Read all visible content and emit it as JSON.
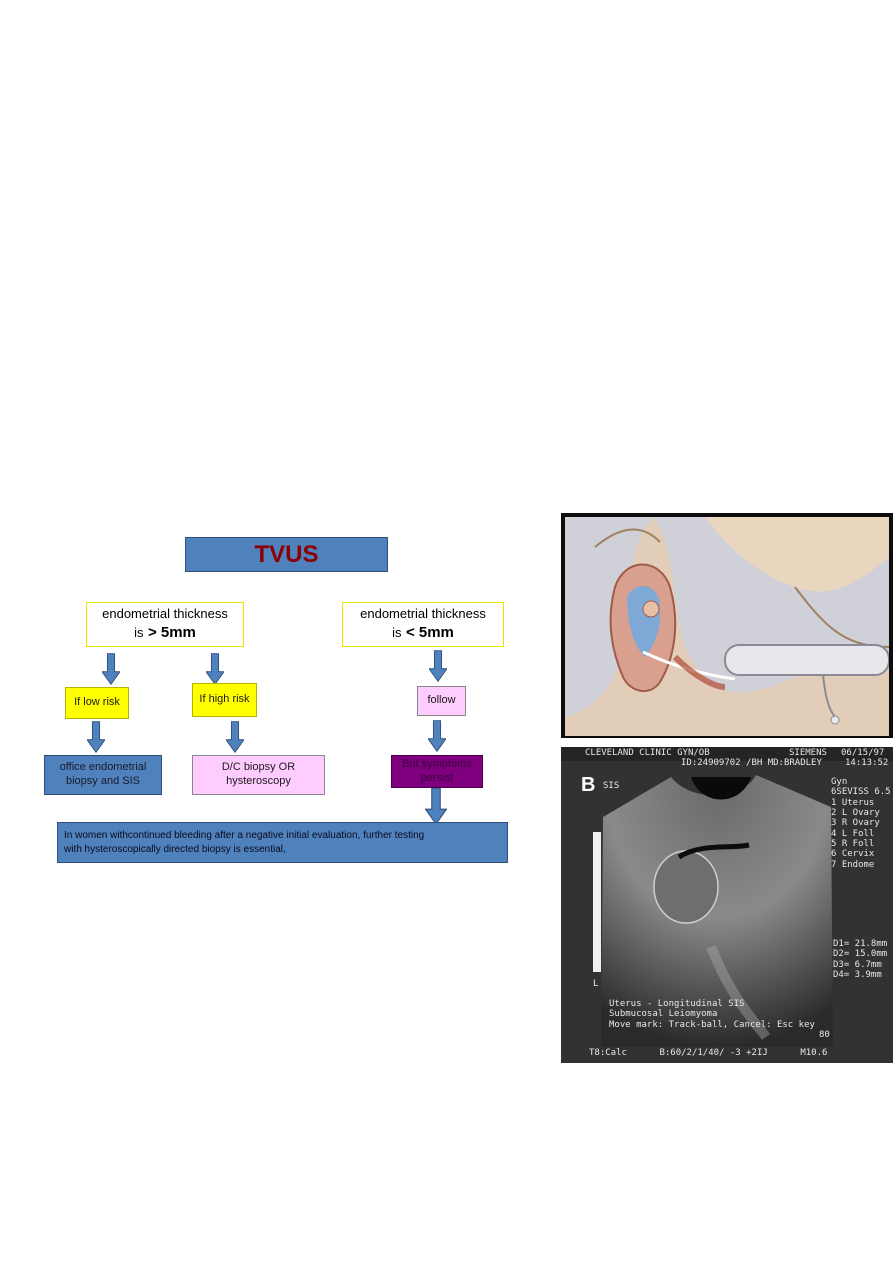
{
  "flowchart": {
    "root": "TVUS",
    "left_branch": {
      "line1": "endometrial thickness",
      "line2_prefix": "is",
      "line2_value": "> 5mm"
    },
    "right_branch": {
      "line1": "endometrial thickness",
      "line2_prefix": "is",
      "line2_value": "< 5mm"
    },
    "low_risk": "If low risk",
    "high_risk": "If high risk",
    "follow": "follow",
    "low_risk_action": {
      "line1": "office endometrial",
      "line2": "biopsy and SIS"
    },
    "high_risk_action": {
      "line1": "D/C biopsy OR",
      "line2": "hysteroscopy"
    },
    "persist": {
      "line1": "But symptoms",
      "line2": "persist"
    },
    "conclusion": {
      "line1": "In women withcontinued bleeding after a negative initial evaluation, further testing",
      "line2": "with hysteroscopically directed biopsy is essential,"
    }
  },
  "ultrasound": {
    "header_left": "CLEVELAND CLINIC GYN/OB",
    "header_id": "ID:24909702 /BH MD:BRADLEY",
    "header_brand": "SIEMENS",
    "header_date": "06/15/97",
    "header_time": "14:13:52",
    "panel_letter": "B",
    "mode": "SIS",
    "side_menu": [
      "Gyn",
      "6SEVISS 6.5",
      "1 Uterus",
      "2 L Ovary",
      "3 R Ovary",
      "4 L Foll",
      "5 R Foll",
      "6 Cervix",
      "7 Endome"
    ],
    "measurements": [
      "D1= 21.8mm",
      "D2= 15.0mm",
      "D3= 6.7mm",
      "D4= 3.9mm"
    ],
    "caption": [
      "Uterus - Longitudinal SIS",
      "Submucosal Leiomyoma",
      "Move mark: Track-ball, Cancel: Esc key"
    ],
    "footer": "T8:Calc      B:60/2/1/40/ -3 +2IJ      M10.6",
    "depth_label": "80",
    "scale_label": "L"
  },
  "colors": {
    "blue": "#4f81bd",
    "yellow": "#ffff00",
    "pink": "#ffccff",
    "purple": "#7f007f",
    "title_red": "#8b0000"
  }
}
